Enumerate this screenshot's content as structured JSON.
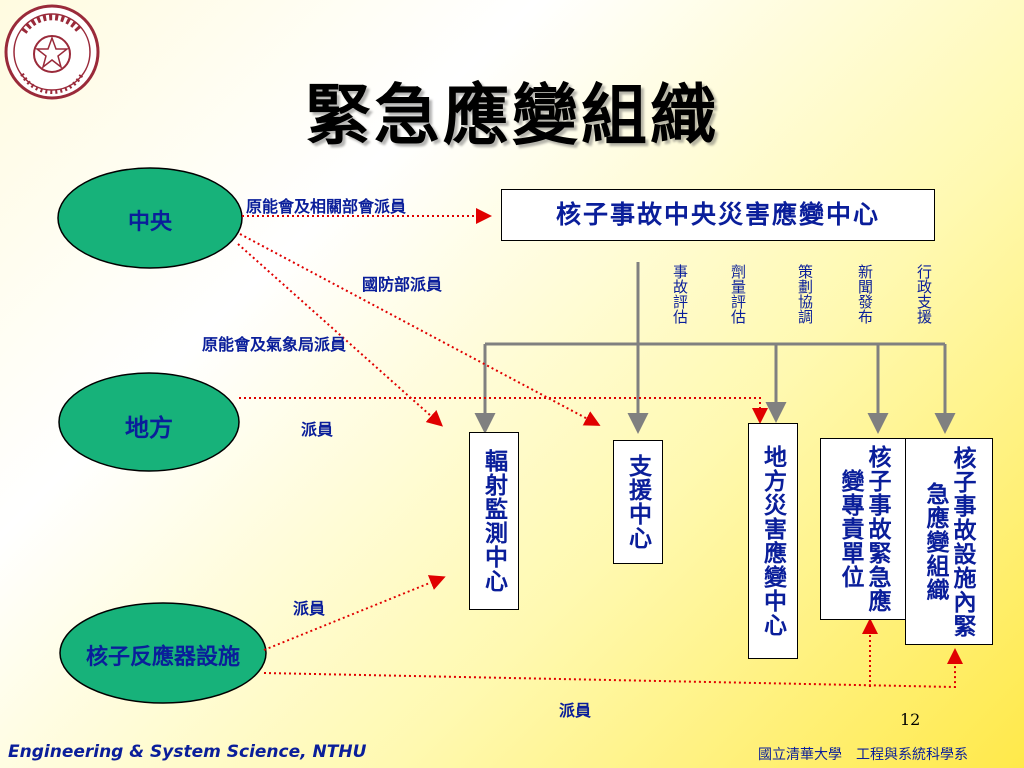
{
  "title": "緊急應變組織",
  "logo": {
    "icon": "nthu-seal-icon",
    "color": "#9a2a3a"
  },
  "nodes": {
    "central": "中央",
    "local": "地方",
    "facility": "核子反應器設施",
    "central_center": "核子事故中央災害應變中心",
    "radiation": "輻射監測中心",
    "support": "支援中心",
    "local_center": "地方災害應變中心",
    "emergency_unit": "核子事故緊急應變專責單位",
    "facility_org": "核子事故設施內緊急應變組織"
  },
  "functions": [
    "事故評估",
    "劑量評估",
    "策劃協調",
    "新聞發布",
    "行政支援"
  ],
  "dispatch_labels": {
    "aec_related": "原能會及相關部會派員",
    "defense": "國防部派員",
    "aec_weather": "原能會及氣象局派員",
    "local_dispatch": "派員",
    "facility_dispatch": "派員",
    "bottom_dispatch": "派員"
  },
  "page_number": "12",
  "footer": {
    "left": "Engineering & System Science, NTHU",
    "right": "國立清華大學　工程與系統科學系"
  },
  "colors": {
    "ellipse_fill": "#17b27a",
    "text_blue": "#0a1e9a",
    "connector_gray": "#808080",
    "dispatch_red": "#e00000"
  }
}
